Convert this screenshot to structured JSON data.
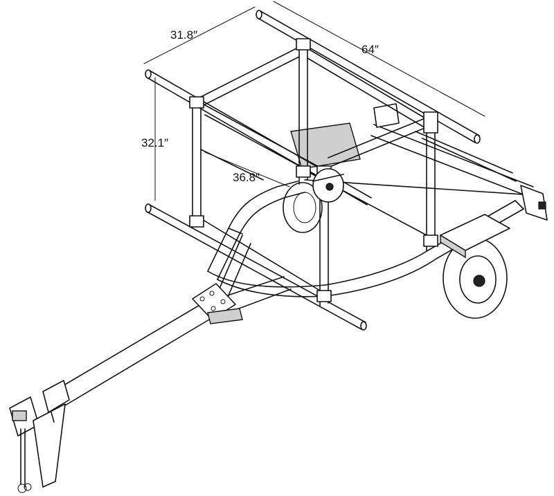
{
  "dimensions": {
    "width_label": "31.8″",
    "length_label": "64″",
    "height_label": "32.1″",
    "depth_label": "36.8″"
  },
  "colors": {
    "line": "#111111",
    "background": "#ffffff",
    "shade": "#cfcfcf"
  }
}
